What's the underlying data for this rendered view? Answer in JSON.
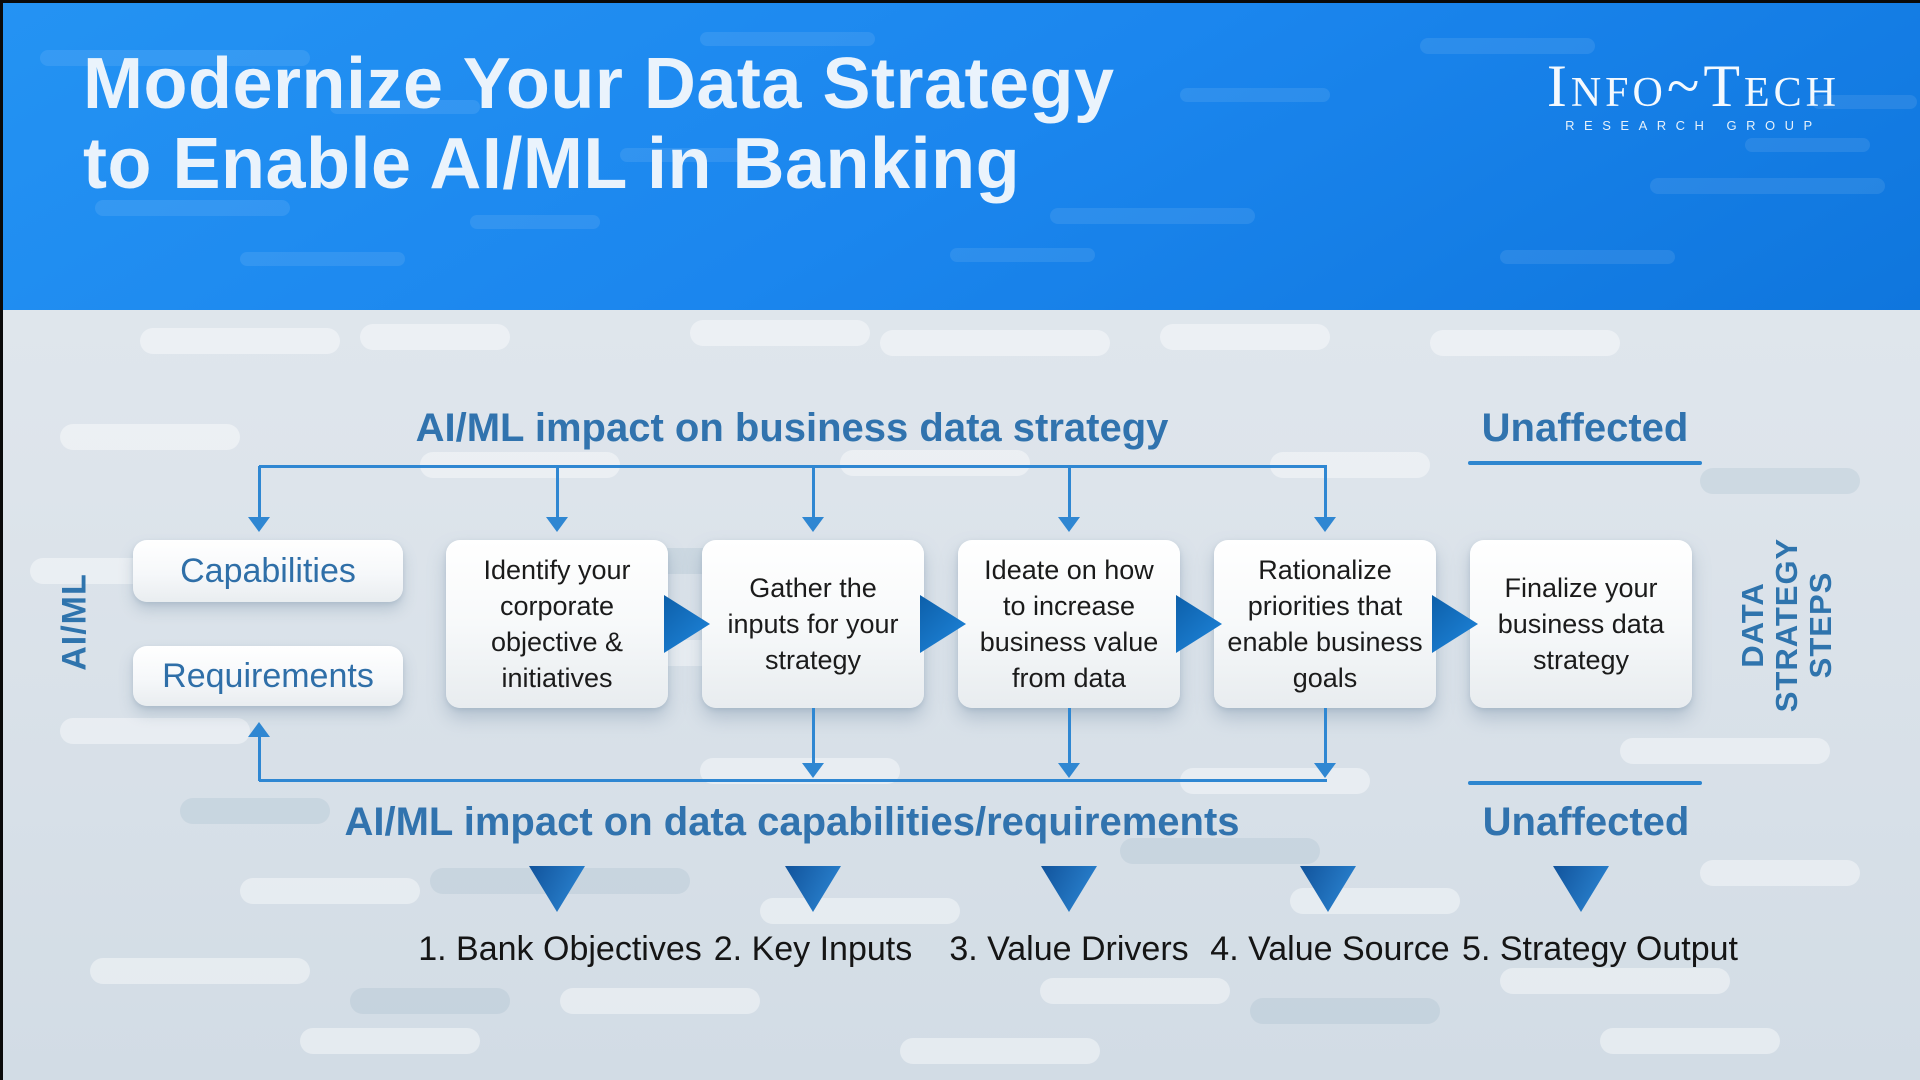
{
  "header": {
    "title_line1": "Modernize Your Data Strategy",
    "title_line2": "to Enable AI/ML in Banking",
    "logo": {
      "wordmark": "Info~Tech",
      "subtext": "RESEARCH GROUP"
    }
  },
  "diagram": {
    "left_axis_label": "AI/ML",
    "right_axis_label_lines": [
      "DATA",
      "STRATEGY",
      "STEPS"
    ],
    "top_flow_label": "AI/ML impact on business data strategy",
    "top_unaffected_label": "Unaffected",
    "bottom_flow_label": "AI/ML impact on data capabilities/requirements",
    "bottom_unaffected_label": "Unaffected",
    "side_boxes": [
      {
        "label": "Capabilities"
      },
      {
        "label": "Requirements"
      }
    ],
    "steps": [
      {
        "box_text": "Identify your corporate objective & initiatives",
        "step_label": "1. Bank Objectives"
      },
      {
        "box_text": "Gather the inputs for your strategy",
        "step_label": "2. Key Inputs"
      },
      {
        "box_text": "Ideate on how to increase business value from data",
        "step_label": "3. Value Drivers"
      },
      {
        "box_text": "Rationalize priorities that enable business goals",
        "step_label": "4. Value Source"
      },
      {
        "box_text": "Finalize your business data strategy",
        "step_label": "5. Strategy Output"
      }
    ],
    "colors": {
      "header_blue": "#1b86ee",
      "accent_text_blue": "#3173ae",
      "line_blue": "#2f87d2",
      "arrow_gradient_dark": "#0d5fa9",
      "arrow_gradient_light": "#2189e0"
    }
  }
}
